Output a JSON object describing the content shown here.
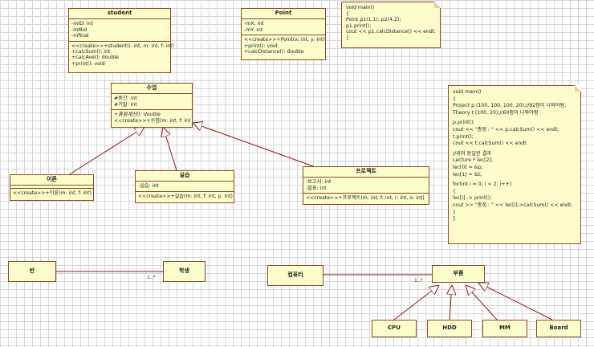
{
  "classes": {
    "student": {
      "name": "student",
      "attributes": [
        "-mID: int",
        "-mMid",
        "-mfinal"
      ],
      "operations": [
        "<<create>>+student(i: int, m: int, f: int)",
        "+calcSum(): int",
        "+calcAve(): double",
        "+print(): void"
      ]
    },
    "point": {
      "name": "Point",
      "attributes": [
        "-mX: int",
        "-mY: int"
      ],
      "operations": [
        "<<create>>+Point(x: int, y: int)",
        "+print(): void",
        "+calcDistance(): double"
      ]
    },
    "lecture": {
      "name": "수업",
      "attributes": [
        "#중간: int",
        "#기말: int"
      ],
      "operations": [
        "+총점계산(): double",
        "<<create>>+수업(m: int, f: in)"
      ]
    },
    "theory": {
      "name": "이론",
      "operations": [
        "<<create>>+이론(m: int, f: int)"
      ]
    },
    "practice": {
      "name": "실습",
      "attributes": [
        "-실습: int"
      ],
      "operations": [
        "<<create>>+실습(m: int, f: int, p: int)"
      ]
    },
    "project": {
      "name": "프로젝트",
      "attributes": [
        "-보고서: int",
        "-발표: int"
      ],
      "operations": [
        "<<create>>+프로젝트(m: int, f: int, r: int, o: int)"
      ]
    },
    "ban": {
      "name": "반"
    },
    "student_kr": {
      "name": "학생"
    },
    "computer": {
      "name": "컴퓨터"
    },
    "part": {
      "name": "부품"
    },
    "cpu": {
      "name": "CPU"
    },
    "hdd": {
      "name": "HDD"
    },
    "mm": {
      "name": "MM"
    },
    "board": {
      "name": "Board"
    }
  },
  "notes": {
    "point_main": [
      "void main()",
      "{",
      "  Point p1(1,1), p2(4,2);",
      "  p1.print();",
      "  cout << p1.calcDistance() << endl;",
      "}"
    ],
    "lecture_main": [
      "void main()",
      "{",
      "  Project p (100, 100, 100, 20);//92점이 나와야됨.",
      "  Theory t (100, 20);//60점이 나와야됨",
      "",
      "  p.print();",
      "  cout << \"총점 : \" << p.calcSum() << endl;",
      "  t.print();",
      "  cout << t.calcSum() << endl;",
      "",
      "  //위와 동일한 결과",
      "  Lecture * lec[2];",
      "  lec[0] = &p;",
      "  lec[1] = &t;",
      "",
      "  for(int i = 0; i < 2; i++)",
      "  {",
      "    lec[i] -> print();",
      "    cout >> \"총점 : \" << lec[i]->calcSum() << endl;",
      "  }",
      "}"
    ]
  },
  "multiplicities": {
    "ban_student": "1..*",
    "computer_part": "1..*"
  }
}
